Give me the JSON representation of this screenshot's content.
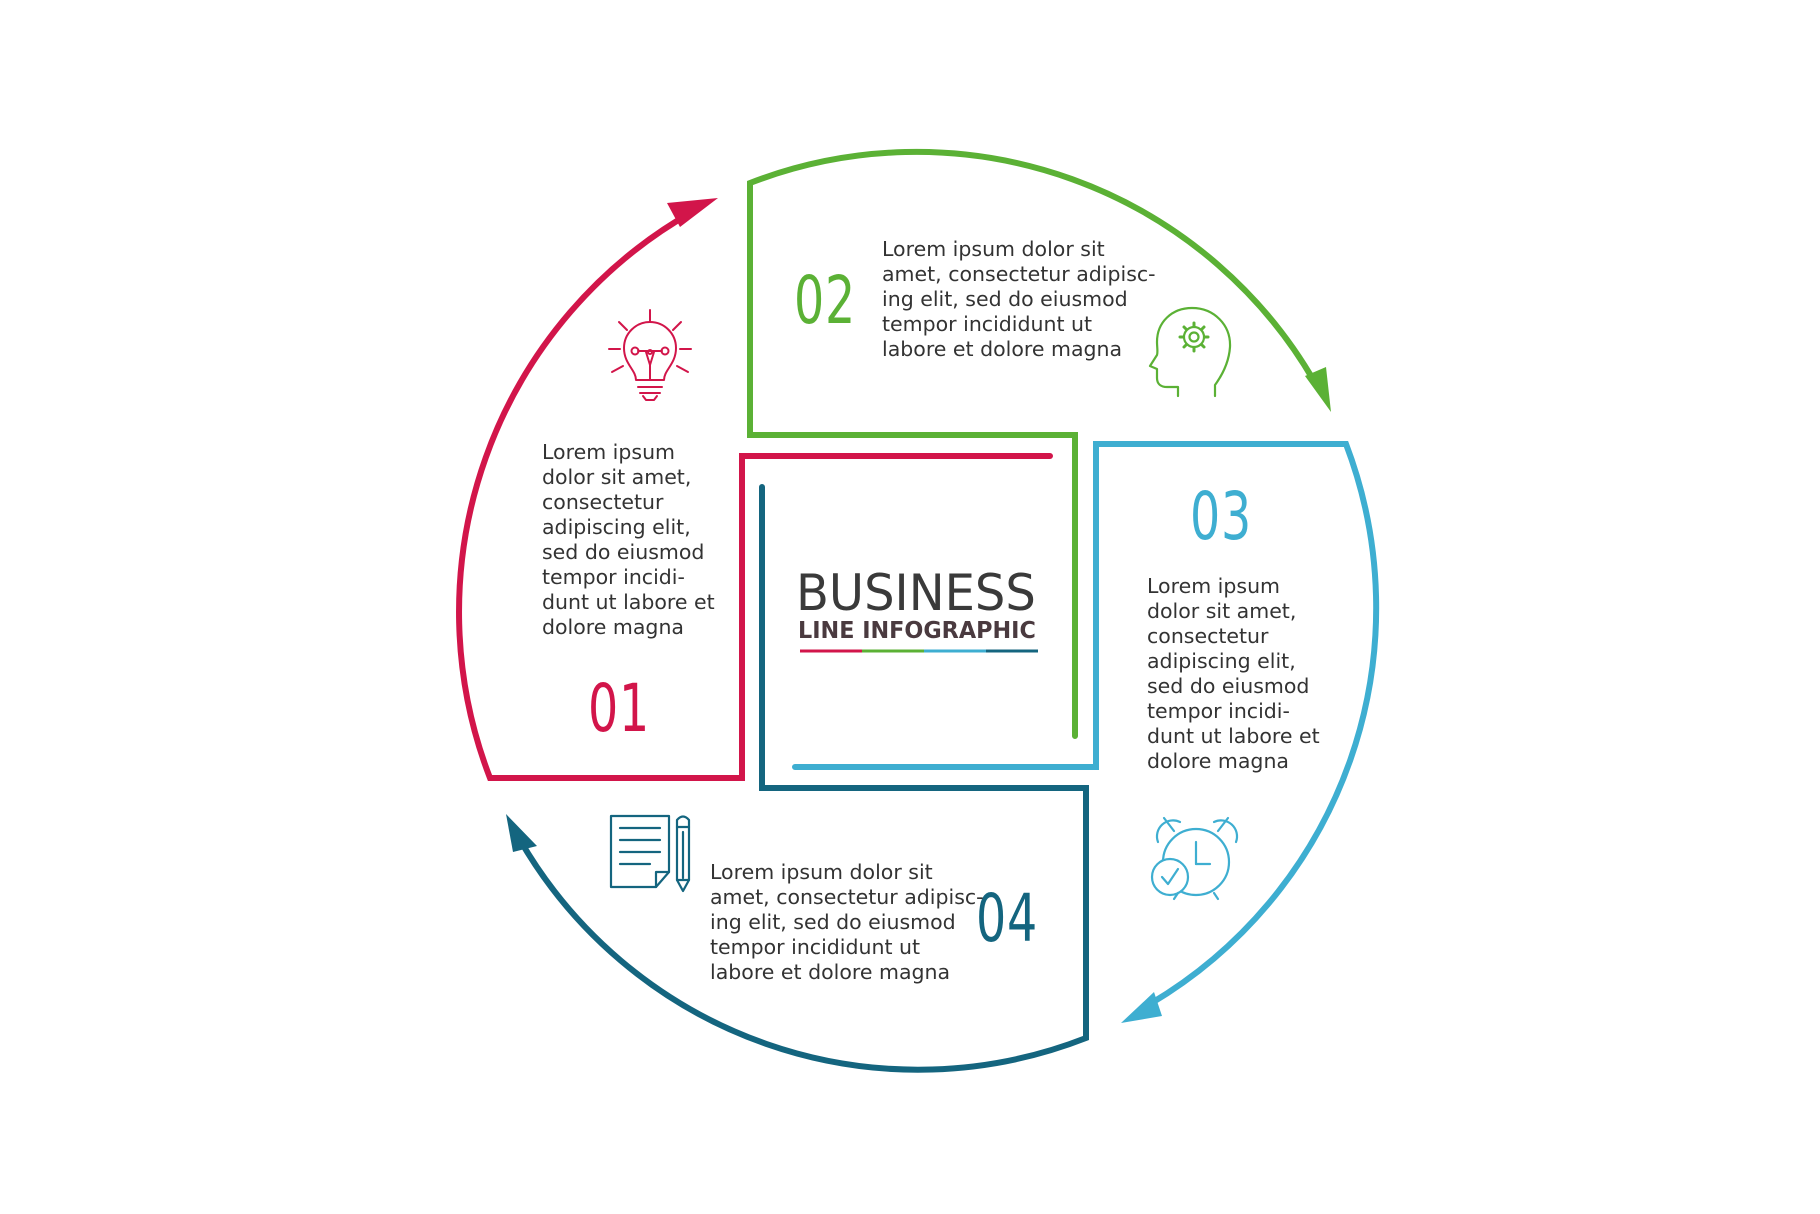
{
  "title": {
    "main": "BUSINESS",
    "sub": "LINE INFOGRAPHIC"
  },
  "colors": {
    "step1": "#d2154a",
    "step2": "#5bb135",
    "step3": "#3eaed1",
    "step4": "#14657f",
    "text": "#333333"
  },
  "steps": [
    {
      "number": "01",
      "color": "#d2154a",
      "icon": "lightbulb-icon",
      "lines": [
        "Lorem ipsum",
        "dolor sit amet,",
        "consectetur",
        "adipiscing elit,",
        "sed do eiusmod",
        "tempor incidi-",
        "dunt ut labore et",
        "dolore magna"
      ]
    },
    {
      "number": "02",
      "color": "#5bb135",
      "icon": "head-gear-icon",
      "lines": [
        "Lorem ipsum dolor sit",
        "amet, consectetur adipisc-",
        "ing elit, sed do eiusmod",
        "tempor incididunt ut",
        "labore et dolore magna"
      ]
    },
    {
      "number": "03",
      "color": "#3eaed1",
      "icon": "alarm-clock-icon",
      "lines": [
        "Lorem ipsum",
        "dolor sit amet,",
        "consectetur",
        "adipiscing elit,",
        "sed do eiusmod",
        "tempor incidi-",
        "dunt ut labore et",
        "dolore magna"
      ]
    },
    {
      "number": "04",
      "color": "#14657f",
      "icon": "document-pencil-icon",
      "lines": [
        "Lorem ipsum dolor sit",
        "amet, consectetur adipisc-",
        "ing elit, sed do eiusmod",
        "tempor incididunt ut",
        "labore et dolore magna"
      ]
    }
  ]
}
